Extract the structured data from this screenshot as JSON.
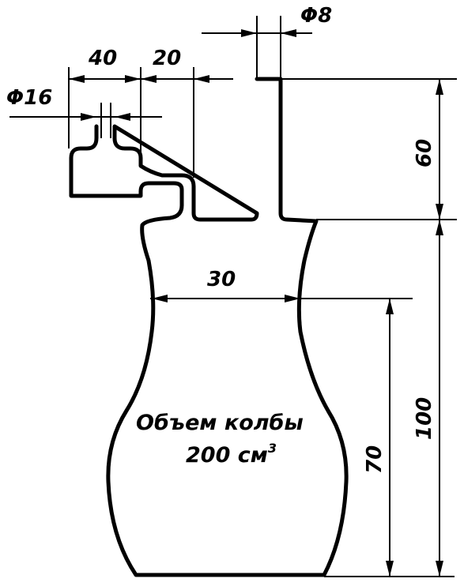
{
  "dimensions": {
    "tube_diameter": "Φ8",
    "side_neck_diameter": "Φ16",
    "side_offset": "40",
    "side_gap": "20",
    "belly_width": "30",
    "tube_height": "60",
    "flask_height": "100",
    "belly_height": "70"
  },
  "note": {
    "line1": "Объем колбы",
    "line2_value": "200 см",
    "line2_sup": "3"
  }
}
